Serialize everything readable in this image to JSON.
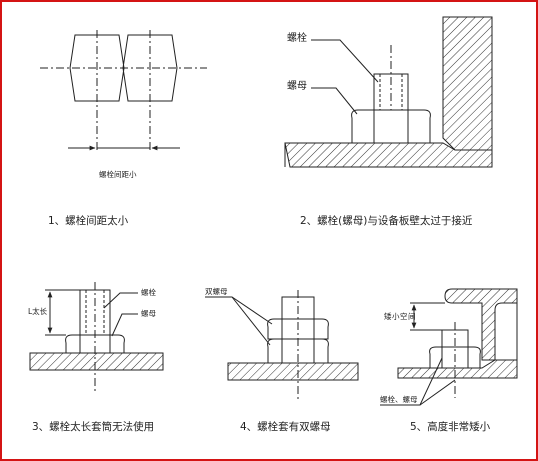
{
  "panels": [
    {
      "caption": "1、螺栓间距太小",
      "labels": {
        "spacing": "螺栓间距小"
      }
    },
    {
      "caption": "2、螺栓(螺母)与设备板壁太过于接近",
      "labels": {
        "bolt": "螺栓",
        "nut": "螺母"
      }
    },
    {
      "caption": "3、螺栓太长套筒无法使用",
      "labels": {
        "length": "L太长",
        "bolt": "螺栓",
        "nut": "螺母"
      }
    },
    {
      "caption": "4、螺栓套有双螺母",
      "labels": {
        "double_nut": "双螺母"
      }
    },
    {
      "caption": "5、高度非常矮小",
      "labels": {
        "short_space": "矮小空间",
        "bolt_nut": "螺栓、螺母"
      }
    }
  ],
  "colors": {
    "border": "#d41414",
    "line": "#222222"
  }
}
